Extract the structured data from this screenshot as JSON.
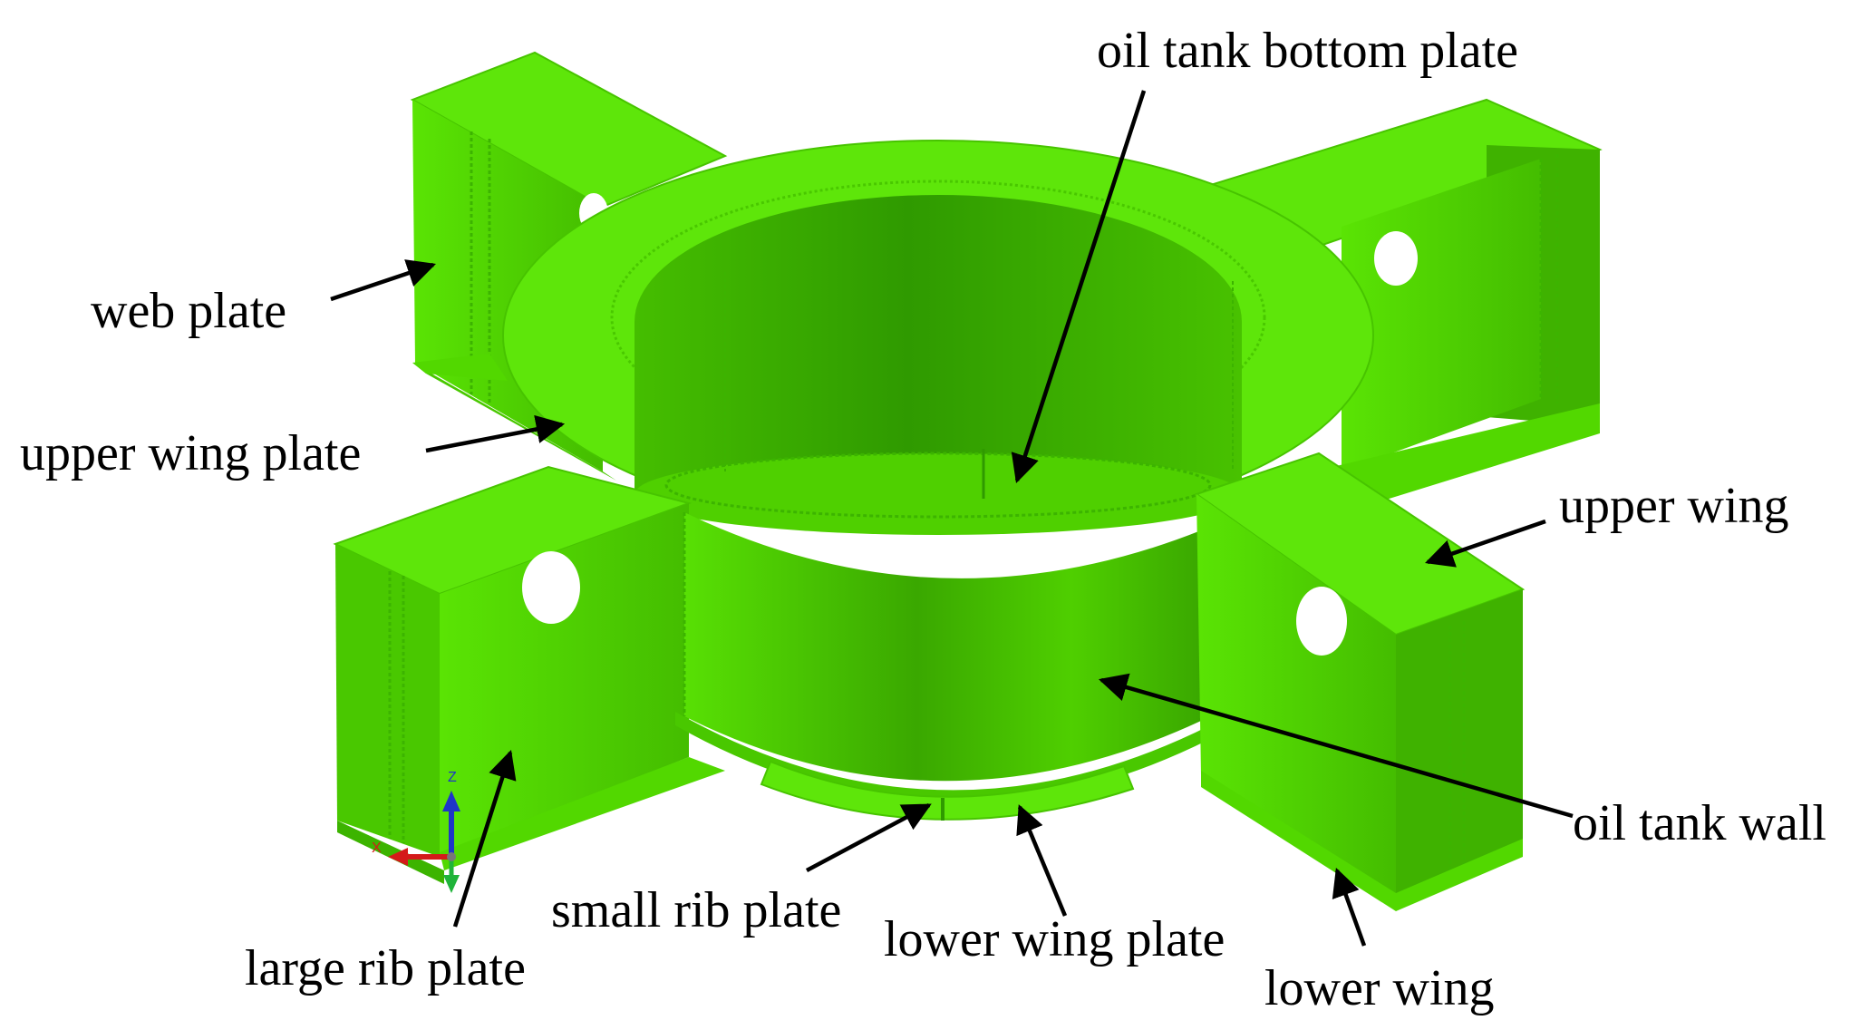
{
  "labels": {
    "oil_tank_bottom_plate": "oil tank bottom plate",
    "web_plate": "web plate",
    "upper_wing_plate": "upper wing plate",
    "upper_wing": "upper wing",
    "oil_tank_wall": "oil tank wall",
    "small_rib_plate": "small rib plate",
    "lower_wing_plate": "lower wing plate",
    "lower_wing": "lower wing",
    "large_rib_plate": "large rib plate"
  },
  "triad": {
    "z": "Z",
    "x": "X"
  },
  "colors": {
    "model_face": "#55dd00",
    "model_top": "#5ee60a",
    "model_shade": "#3cb400",
    "model_dark": "#2f9a00",
    "edge": "#47c400",
    "arrow": "#000000",
    "axis_z": "#1f35c8",
    "axis_x": "#d41a1a",
    "axis_y": "#1fb43a"
  }
}
